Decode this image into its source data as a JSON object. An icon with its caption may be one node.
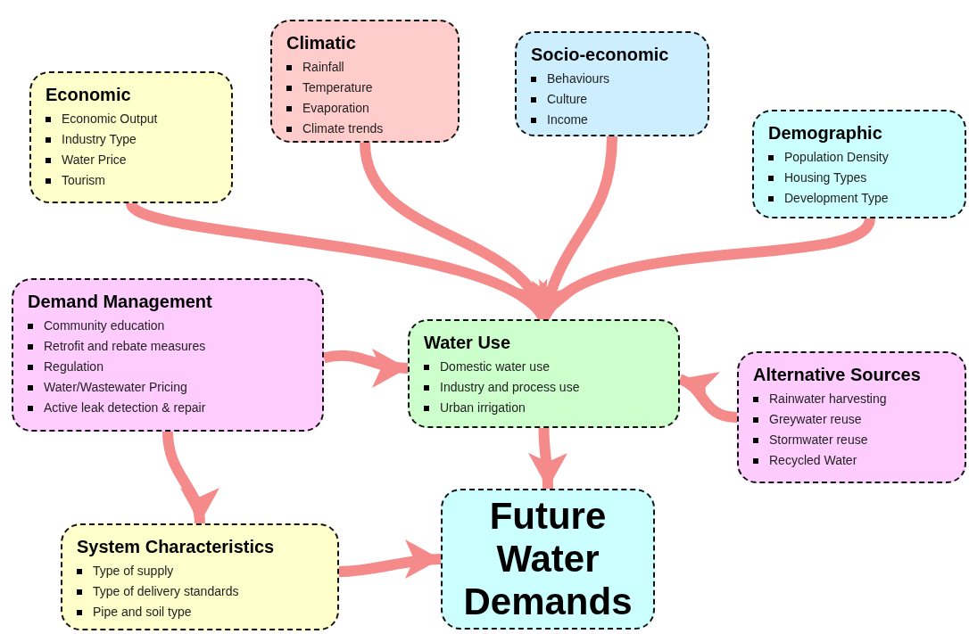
{
  "diagram": {
    "nodes": [
      {
        "text": [
          "Economic",
          "Economic Output",
          "Industry Type",
          "Water Price",
          "Tourism"
        ]
      },
      {
        "text": [
          "Climatic",
          "Rainfall",
          "Temperature",
          "Evaporation",
          "Climate trends"
        ]
      },
      {
        "text": [
          "Socio-economic",
          "Behaviours",
          "Culture",
          "Income"
        ]
      },
      {
        "text": [
          "Demographic",
          "Population Density",
          "Housing Types",
          "Development Type"
        ]
      },
      {
        "text": [
          "Demand Management",
          "Community education",
          "Retrofit and rebate measures",
          "Regulation",
          "Water/Wastewater Pricing",
          "Active leak detection & repair"
        ]
      },
      {
        "text": [
          "Water Use",
          "Domestic water use",
          "Industry and process use",
          "Urban irrigation"
        ]
      },
      {
        "text": [
          "Alternative Sources",
          "Rainwater harvesting",
          "Greywater reuse",
          "Stormwater reuse",
          "Recycled Water"
        ]
      },
      {
        "text": [
          "System Characteristics",
          "Type of supply",
          "Type of delivery standards",
          "Pipe and soil type"
        ]
      },
      {
        "text": [
          "Future Water Demands"
        ]
      }
    ],
    "edges": [
      {
        "from": 0,
        "to": 5,
        "arrow": "to"
      },
      {
        "from": 1,
        "to": 5,
        "arrow": "to"
      },
      {
        "from": 2,
        "to": 5,
        "arrow": "to"
      },
      {
        "from": 3,
        "to": 5,
        "arrow": "to"
      },
      {
        "from": 4,
        "to": 5,
        "arrow": "to"
      },
      {
        "from": 4,
        "to": 7,
        "arrow": "to"
      },
      {
        "from": 6,
        "to": 5,
        "arrow": "to"
      },
      {
        "from": 5,
        "to": 8,
        "arrow": "to"
      },
      {
        "from": 7,
        "to": 8,
        "arrow": "to"
      }
    ]
  }
}
